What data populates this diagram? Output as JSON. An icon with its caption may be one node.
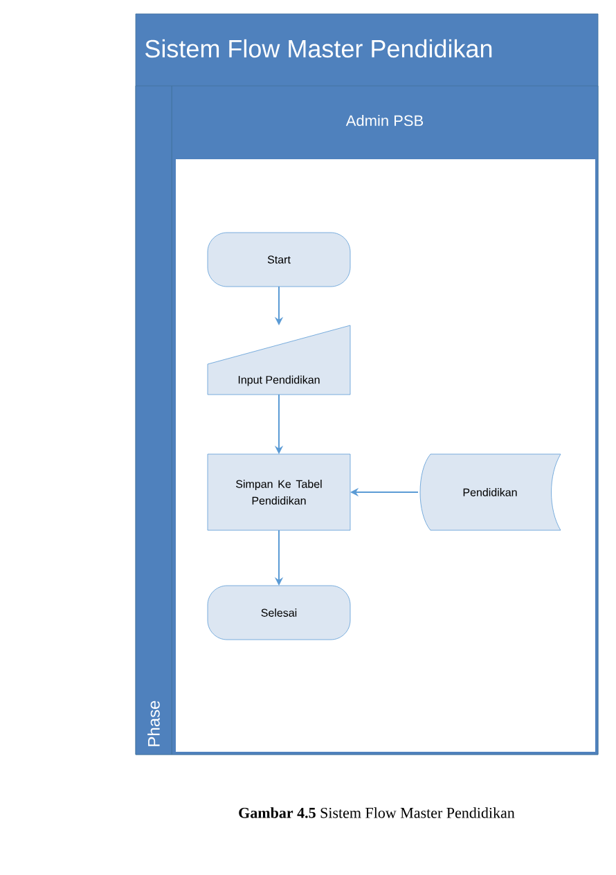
{
  "diagram": {
    "caption": "**Gambar 4.5** Sistem Flow Master Pendidikan",
    "nodes": [
      {
        "text": [
          "Sistem Flow Master Pendidikan"
        ]
      },
      {
        "text": [
          "Admin PSB"
        ],
        "in": 0
      },
      {
        "text": [
          "Phase"
        ],
        "in": 0
      },
      {
        "text": [
          "Start"
        ],
        "in": 1
      },
      {
        "text": [
          "Input Pendidikan"
        ],
        "in": 1
      },
      {
        "text": [
          "Simpan Ke Tabel Pendidikan"
        ],
        "in": 1
      },
      {
        "text": [
          "Pendidikan"
        ],
        "in": 1
      },
      {
        "text": [
          "Selesai"
        ],
        "in": 1
      }
    ],
    "edges": [
      {
        "from": 3,
        "to": 4,
        "arrow": "to"
      },
      {
        "from": 4,
        "to": 5,
        "arrow": "to"
      },
      {
        "from": 6,
        "to": 5,
        "arrow": "to"
      },
      {
        "from": 5,
        "to": 7,
        "arrow": "to"
      }
    ]
  }
}
